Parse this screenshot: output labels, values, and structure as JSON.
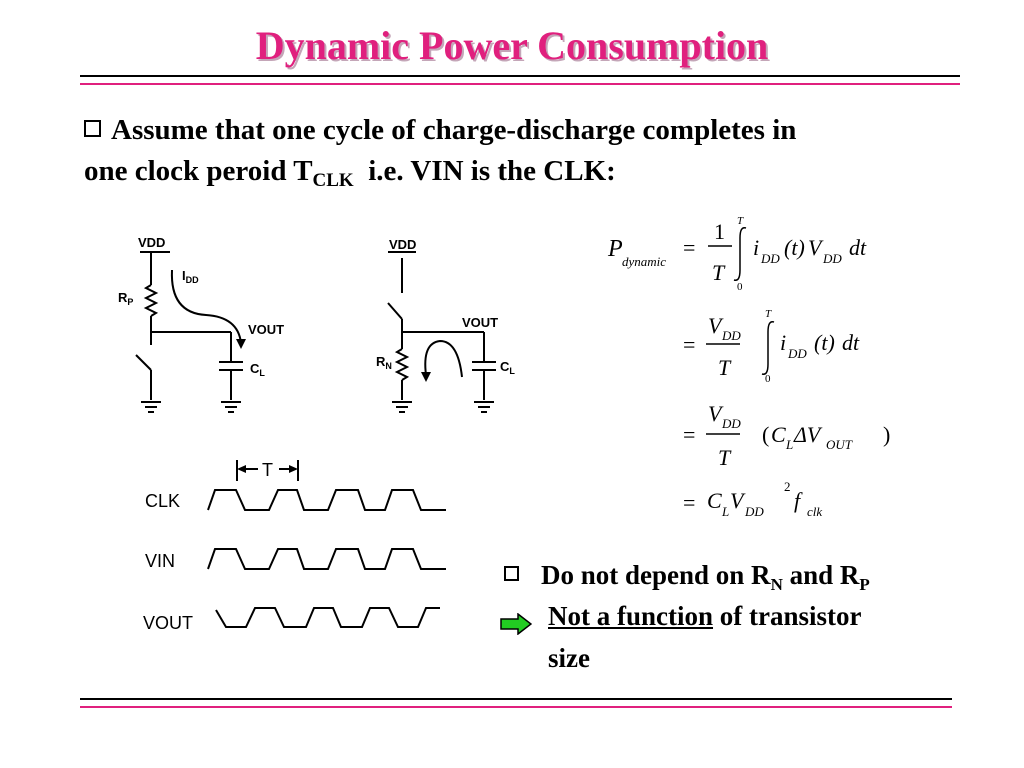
{
  "slide": {
    "title": "Dynamic Power Consumption",
    "bullet": {
      "text_1": "Assume that one cycle of charge-discharge completes in",
      "text_2": "one clock peroid T",
      "subscript": "CLK",
      "text_3": "  i.e. VIN is the CLK:"
    },
    "circuit_left": {
      "vdd": "VDD",
      "idd": "I",
      "idd_sub": "DD",
      "rp": "R",
      "rp_sub": "P",
      "vout": "VOUT",
      "cl": "C",
      "cl_sub": "L"
    },
    "circuit_right": {
      "vdd": "VDD",
      "vout": "VOUT",
      "rn": "R",
      "rn_sub": "N",
      "cl": "C",
      "cl_sub": "L"
    },
    "waveforms": {
      "period_label": "T",
      "clk": "CLK",
      "vin": "VIN",
      "vout": "VOUT"
    },
    "equations": {
      "p": "P",
      "dynamic": "dynamic",
      "eq": "=",
      "one": "1",
      "T": "T",
      "int_top": "T",
      "int_bot": "0",
      "i": "i",
      "DD": "DD",
      "t": "(t)",
      "V": "V",
      "dt": "dt",
      "t2": "(t)",
      "C": "C",
      "L": "L",
      "delta": "ΔV",
      "OUT": "OUT",
      "open": "(",
      "close": ")",
      "sq": "2",
      "f": "f",
      "clk": "clk"
    },
    "notes": {
      "line1_a": "Do not depend on R",
      "sub_n": "N",
      "line1_b": " and R",
      "sub_p": "P",
      "line2_u": "Not a function",
      "line2_b": " of transistor",
      "line3": "size"
    },
    "colors": {
      "title": "#e0207e",
      "rule_dark": "#000000",
      "rule_pink": "#e0207e",
      "arrow_fill": "#22cc22"
    }
  }
}
